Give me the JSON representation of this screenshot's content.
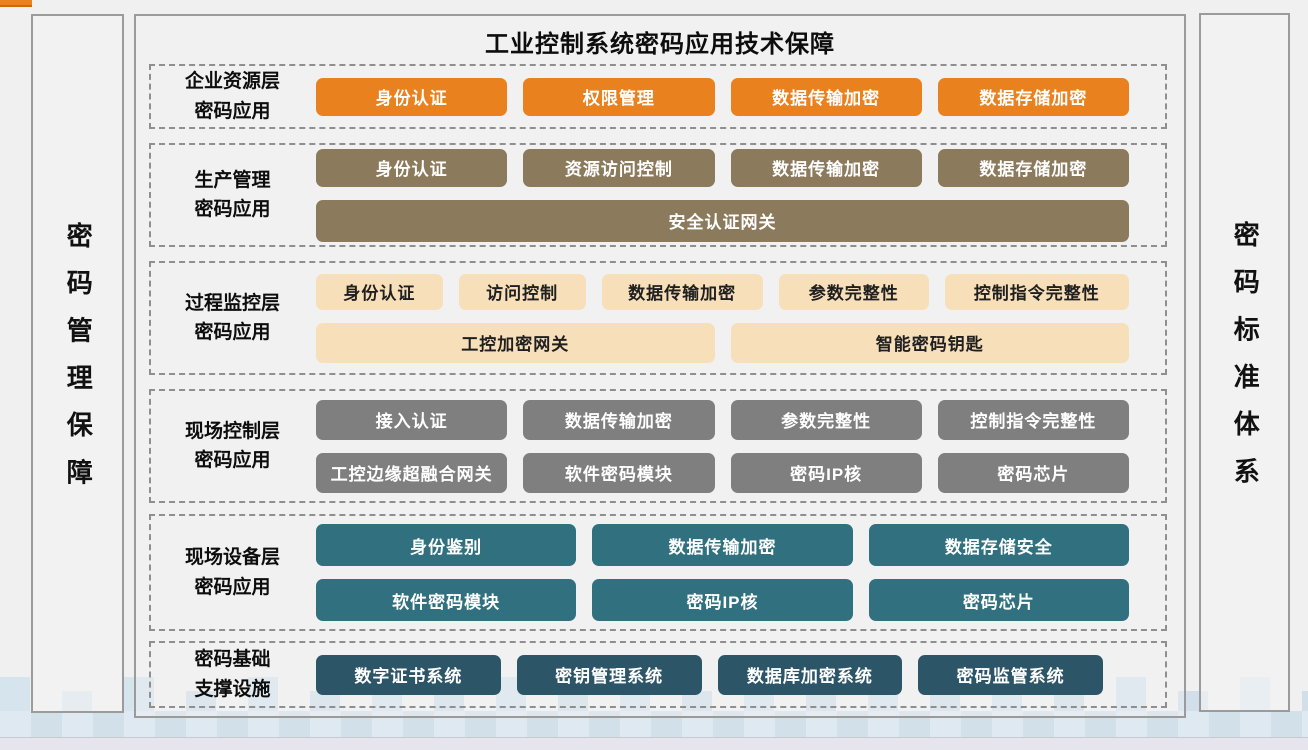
{
  "page": {
    "title": "工业控制系统密码应用技术保障"
  },
  "left_pillar": {
    "label": "密码管理保障"
  },
  "right_pillar": {
    "label": "密码标准体系"
  },
  "palette": {
    "background": "#f1f0f0",
    "panel_border": "#9b9b9b",
    "dashed_border": "#8f8f8f",
    "corner_accent": "#e8811e",
    "watermark_blue": "#d6e4ee",
    "bottom_strip": "#e6e4ec"
  },
  "layers": [
    {
      "label_line1": "企业资源层",
      "label_line2": "密码应用",
      "colors": {
        "button_bg": "#e8811e",
        "button_text": "#ffffff"
      },
      "rows": [
        [
          "身份认证",
          "权限管理",
          "数据传输加密",
          "数据存储加密"
        ]
      ]
    },
    {
      "label_line1": "生产管理",
      "label_line2": "密码应用",
      "colors": {
        "button_bg": "#8b7a5c",
        "button_text": "#ffffff"
      },
      "rows": [
        [
          "身份认证",
          "资源访问控制",
          "数据传输加密",
          "数据存储加密"
        ],
        [
          "安全认证网关"
        ]
      ]
    },
    {
      "label_line1": "过程监控层",
      "label_line2": "密码应用",
      "colors": {
        "button_bg": "#f7dfba",
        "button_text": "#1f1f1f"
      },
      "rows": [
        [
          "身份认证",
          "访问控制",
          "数据传输加密",
          "参数完整性",
          "控制指令完整性"
        ],
        [
          "工控加密网关",
          "智能密码钥匙"
        ]
      ]
    },
    {
      "label_line1": "现场控制层",
      "label_line2": "密码应用",
      "colors": {
        "button_bg": "#7f7f7f",
        "button_text": "#ffffff"
      },
      "rows": [
        [
          "接入认证",
          "数据传输加密",
          "参数完整性",
          "控制指令完整性"
        ],
        [
          "工控边缘超融合网关",
          "软件密码模块",
          "密码IP核",
          "密码芯片"
        ]
      ]
    },
    {
      "label_line1": "现场设备层",
      "label_line2": "密码应用",
      "colors": {
        "button_bg": "#30707f",
        "button_text": "#ffffff"
      },
      "rows": [
        [
          "身份鉴别",
          "数据传输加密",
          "数据存储安全"
        ],
        [
          "软件密码模块",
          "密码IP核",
          "密码芯片"
        ]
      ]
    },
    {
      "label_line1": "密码基础",
      "label_line2": "支撑设施",
      "colors": {
        "button_bg": "#2d5568",
        "button_text": "#ffffff"
      },
      "rows": [
        [
          "数字证书系统",
          "密钥管理系统",
          "数据库加密系统",
          "密码监管系统"
        ]
      ]
    }
  ]
}
